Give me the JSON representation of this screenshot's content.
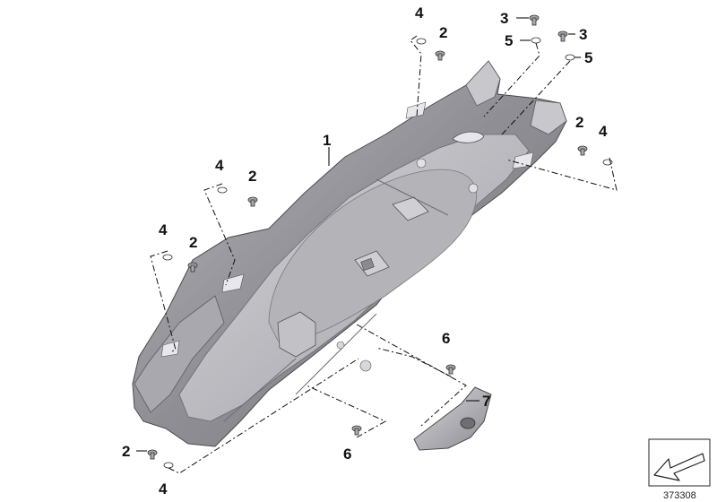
{
  "diagram": {
    "callouts": [
      {
        "id": "c1",
        "label": "1"
      },
      {
        "id": "c2a",
        "label": "2"
      },
      {
        "id": "c2b",
        "label": "2"
      },
      {
        "id": "c2c",
        "label": "2"
      },
      {
        "id": "c2d",
        "label": "2"
      },
      {
        "id": "c2e",
        "label": "2"
      },
      {
        "id": "c3a",
        "label": "3"
      },
      {
        "id": "c3b",
        "label": "3"
      },
      {
        "id": "c4a",
        "label": "4"
      },
      {
        "id": "c4b",
        "label": "4"
      },
      {
        "id": "c4c",
        "label": "4"
      },
      {
        "id": "c4d",
        "label": "4"
      },
      {
        "id": "c4e",
        "label": "4"
      },
      {
        "id": "c5a",
        "label": "5"
      },
      {
        "id": "c5b",
        "label": "5"
      },
      {
        "id": "c6a",
        "label": "6"
      },
      {
        "id": "c6b",
        "label": "6"
      },
      {
        "id": "c7",
        "label": "7"
      }
    ],
    "reference_number": "373308",
    "colors": {
      "part_fill": "#9a9a9f",
      "part_light": "#c4c4c8",
      "part_dark": "#6e6e74",
      "line": "#111111"
    }
  }
}
